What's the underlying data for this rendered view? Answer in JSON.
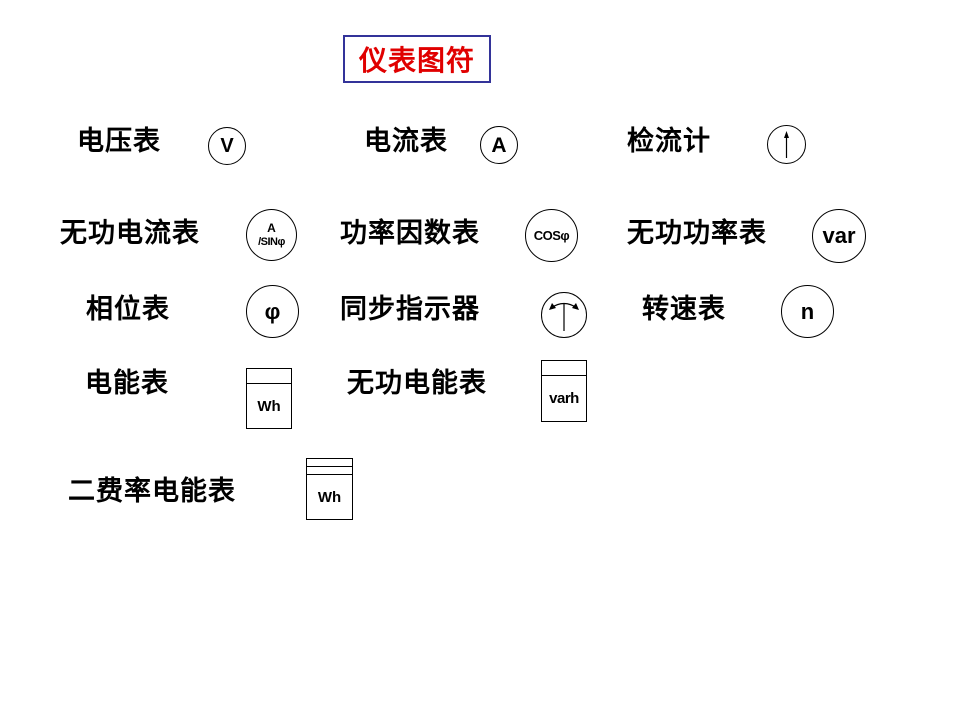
{
  "title": {
    "text": "仪表图符",
    "color": "#e00000",
    "border_color": "#333399"
  },
  "symbols": [
    {
      "label": "电压表",
      "symbol_type": "circle",
      "symbol_text": "V",
      "icon": "voltmeter-icon"
    },
    {
      "label": "电流表",
      "symbol_type": "circle",
      "symbol_text": "A",
      "icon": "ammeter-icon"
    },
    {
      "label": "检流计",
      "symbol_type": "circle",
      "symbol_text": "↑",
      "icon": "galvanometer-arrow-icon"
    },
    {
      "label": "无功电流表",
      "symbol_type": "circle",
      "symbol_text_top": "A",
      "symbol_text_bottom": "/SINφ",
      "icon": "reactive-ammeter-icon"
    },
    {
      "label": "功率因数表",
      "symbol_type": "circle",
      "symbol_text": "COSφ",
      "icon": "power-factor-meter-icon"
    },
    {
      "label": "无功功率表",
      "symbol_type": "circle",
      "symbol_text": "var",
      "icon": "varmeter-icon"
    },
    {
      "label": "相位表",
      "symbol_type": "circle",
      "symbol_text": "φ",
      "icon": "phase-meter-icon"
    },
    {
      "label": "同步指示器",
      "symbol_type": "circle",
      "symbol_text": "",
      "icon": "synchroscope-icon"
    },
    {
      "label": "转速表",
      "symbol_type": "circle",
      "symbol_text": "n",
      "icon": "tachometer-icon"
    },
    {
      "label": "电能表",
      "symbol_type": "box",
      "symbol_text": "Wh",
      "lines": 1,
      "icon": "watt-hour-meter-icon"
    },
    {
      "label": "无功电能表",
      "symbol_type": "box",
      "symbol_text": "varh",
      "lines": 1,
      "icon": "var-hour-meter-icon"
    },
    {
      "label": "二费率电能表",
      "symbol_type": "box",
      "symbol_text": "Wh",
      "lines": 2,
      "icon": "dual-rate-watt-hour-meter-icon"
    }
  ]
}
